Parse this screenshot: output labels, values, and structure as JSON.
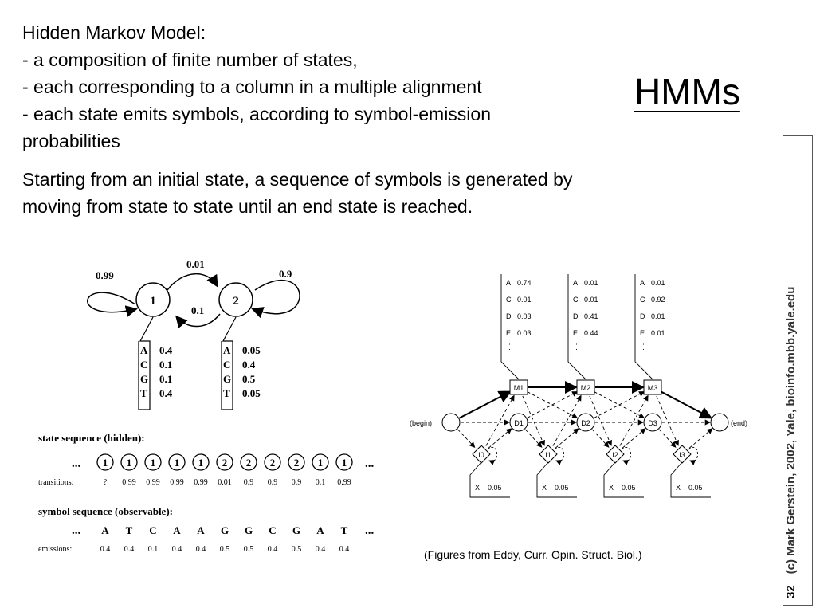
{
  "slide": {
    "title": "HMMs",
    "intro_lines": [
      "Hidden Markov Model:",
      "- a composition of finite number of states,",
      "- each corresponding to a column in a multiple alignment",
      "- each state emits symbols, according to symbol-emission",
      "probabilities"
    ],
    "paragraph": "Starting from an initial state, a sequence of symbols is generated by moving from state to state until an end state is reached.",
    "caption": "(Figures from Eddy, Curr. Opin. Struct. Biol.)",
    "page_number": "32",
    "sidebar_credit": "(c) Mark Gerstein, 2002, Yale, bioinfo.mbb.yale.edu"
  },
  "left_figure": {
    "state1_label": "1",
    "state2_label": "2",
    "t11": "0.99",
    "t12": "0.01",
    "t21": "0.1",
    "t22": "0.9",
    "emit1": [
      [
        "A",
        "0.4"
      ],
      [
        "C",
        "0.1"
      ],
      [
        "G",
        "0.1"
      ],
      [
        "T",
        "0.4"
      ]
    ],
    "emit2": [
      [
        "A",
        "0.05"
      ],
      [
        "C",
        "0.4"
      ],
      [
        "G",
        "0.5"
      ],
      [
        "T",
        "0.05"
      ]
    ],
    "state_seq_title": "state sequence (hidden):",
    "dots": "...",
    "states": [
      "1",
      "1",
      "1",
      "1",
      "1",
      "2",
      "2",
      "2",
      "2",
      "1",
      "1"
    ],
    "transitions_label": "transitions:",
    "transitions": [
      "?",
      "0.99",
      "0.99",
      "0.99",
      "0.99",
      "0.01",
      "0.9",
      "0.9",
      "0.9",
      "0.1",
      "0.99"
    ],
    "symbol_seq_title": "symbol sequence (observable):",
    "symbols": [
      "A",
      "T",
      "C",
      "A",
      "A",
      "G",
      "G",
      "C",
      "G",
      "A",
      "T"
    ],
    "emissions_label": "emissions:",
    "emissions": [
      "0.4",
      "0.4",
      "0.1",
      "0.4",
      "0.4",
      "0.5",
      "0.5",
      "0.4",
      "0.5",
      "0.4",
      "0.4"
    ]
  },
  "right_figure": {
    "begin_label": "(begin)",
    "end_label": "(end)",
    "match_states": [
      "M1",
      "M2",
      "M3"
    ],
    "delete_states": [
      "D1",
      "D2",
      "D3"
    ],
    "insert_states": [
      "I0",
      "I1",
      "I2",
      "I3"
    ],
    "match_emissions": [
      [
        [
          "A",
          "0.74"
        ],
        [
          "C",
          "0.01"
        ],
        [
          "D",
          "0.03"
        ],
        [
          "E",
          "0.03"
        ]
      ],
      [
        [
          "A",
          "0.01"
        ],
        [
          "C",
          "0.01"
        ],
        [
          "D",
          "0.41"
        ],
        [
          "E",
          "0.44"
        ]
      ],
      [
        [
          "A",
          "0.01"
        ],
        [
          "C",
          "0.92"
        ],
        [
          "D",
          "0.01"
        ],
        [
          "E",
          "0.01"
        ]
      ]
    ],
    "insert_emission": [
      "X",
      "0.05"
    ]
  }
}
